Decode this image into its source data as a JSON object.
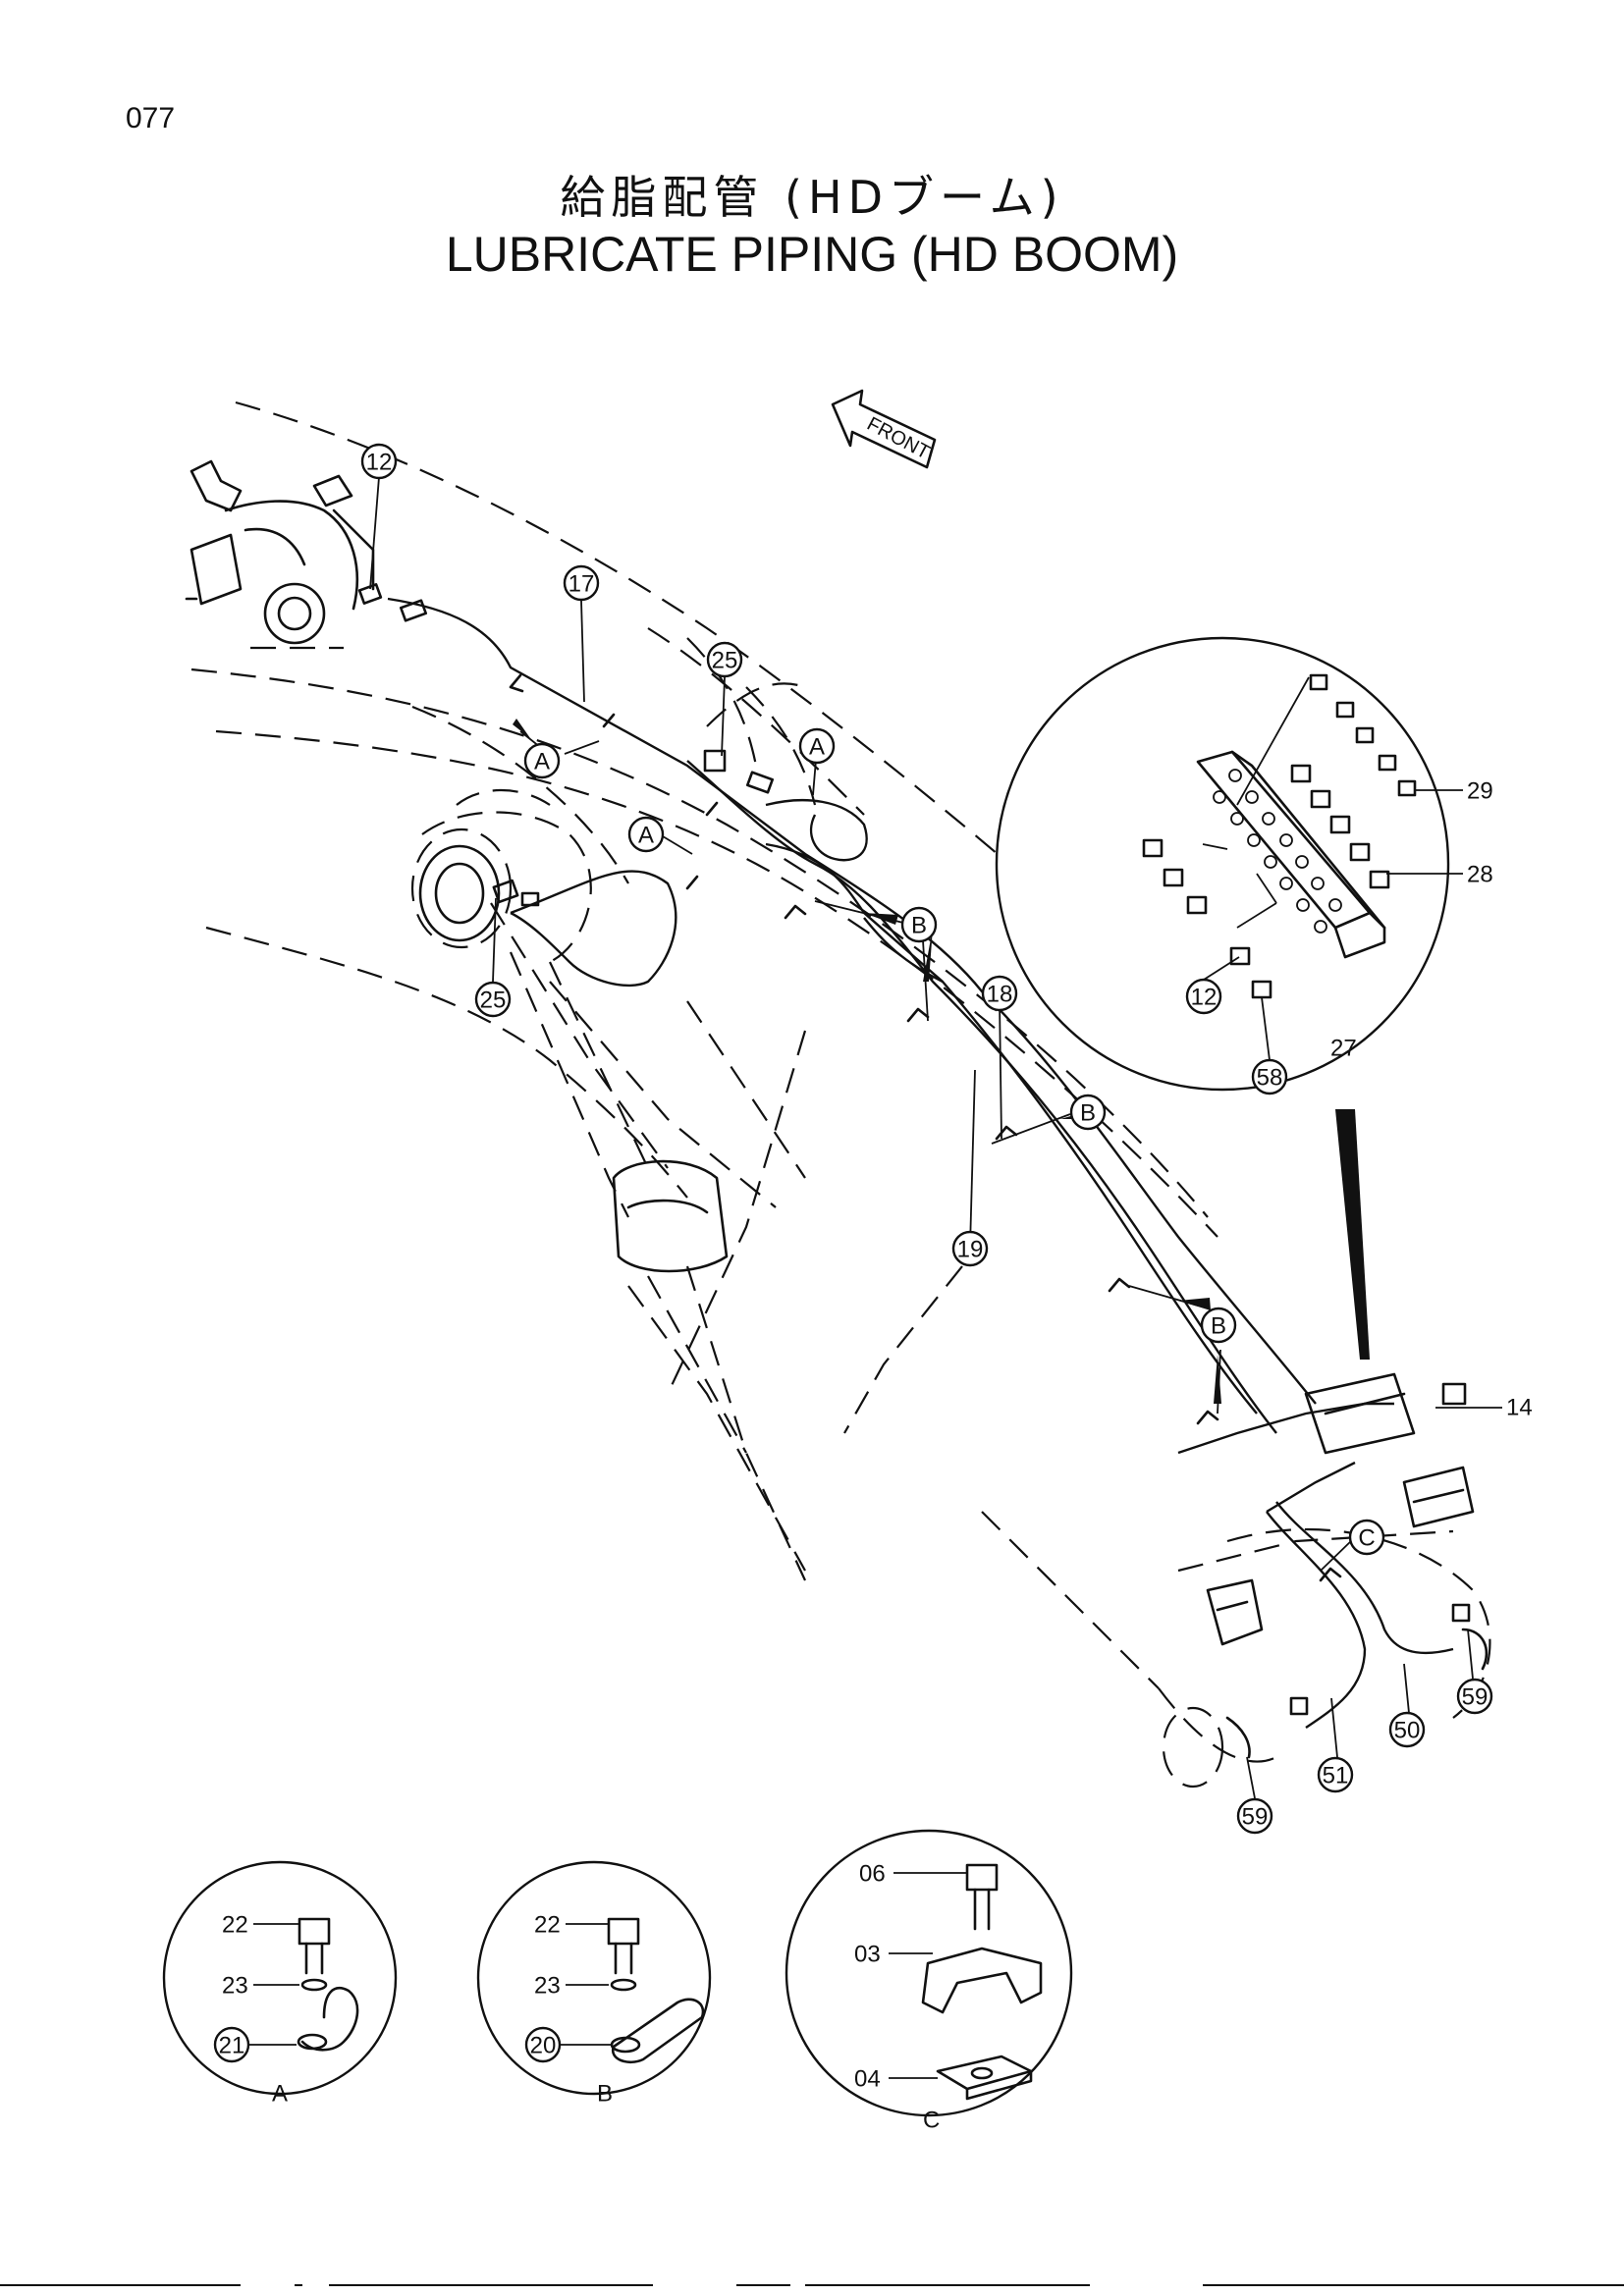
{
  "page": {
    "number": "077"
  },
  "title": {
    "japanese": "給脂配管 (HDブーム)",
    "english": "LUBRICATE PIPING (HD BOOM)"
  },
  "front_arrow": {
    "label": "FRONT"
  },
  "callouts": {
    "c12_top": "12",
    "c17": "17",
    "c25_top": "25",
    "c25_left": "25",
    "cA_1": "A",
    "cA_2": "A",
    "cA_3": "A",
    "cB_1": "B",
    "cB_2": "B",
    "cB_3": "B",
    "c18": "18",
    "c19": "19",
    "cC": "C",
    "c50": "50",
    "c51": "51",
    "c59_right": "59",
    "c59_bottom": "59",
    "c12_detail": "12",
    "c58": "58",
    "c21": "21",
    "c20": "20"
  },
  "part_labels": {
    "p29": "29",
    "p28": "28",
    "p27": "27",
    "p14": "14",
    "a22": "22",
    "a23": "23",
    "b22": "22",
    "b23": "23",
    "c06": "06",
    "c03": "03",
    "c04": "04"
  },
  "detail_views": {
    "a": "A",
    "b": "B",
    "c": "C"
  }
}
